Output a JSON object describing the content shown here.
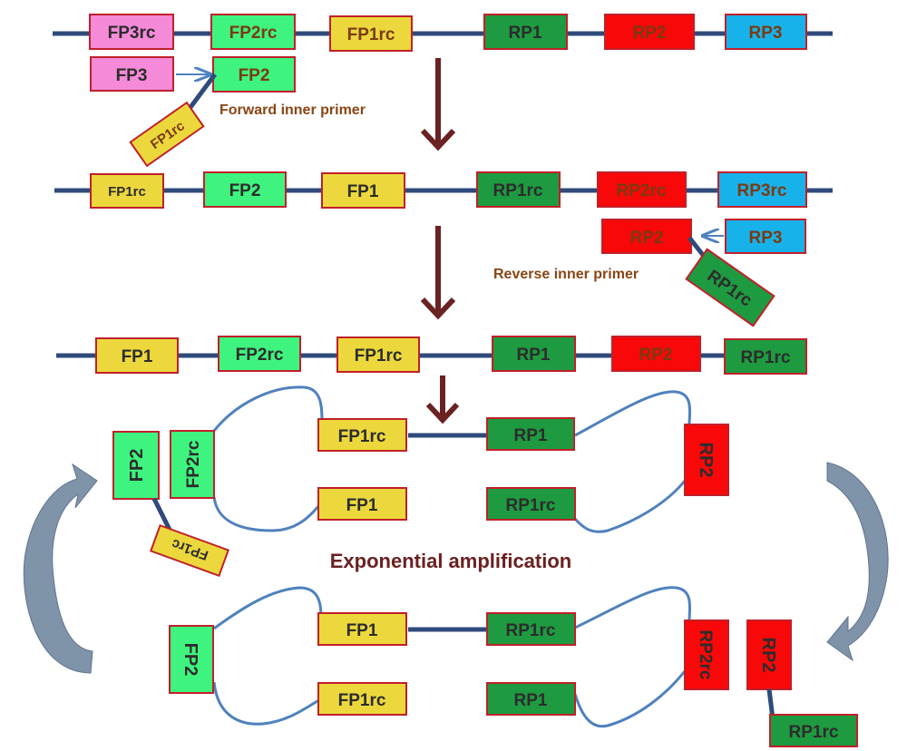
{
  "colors": {
    "backbone": "#2e4a7a",
    "loop": "#4f81bd",
    "arrow_down": "#6b2222",
    "cycle_arrow": "#7f93a9",
    "pink": "#f48ad8",
    "mint": "#3ff37f",
    "yellow": "#ecd83c",
    "green": "#1e9a40",
    "red": "#f80808",
    "blue": "#18b2ea",
    "border": "#c0202a",
    "text_dark": "#2c2c2c",
    "text_brown": "#7a3a12",
    "caption_brown": "#8a4514",
    "caption_maroon": "#6b2020"
  },
  "row1": {
    "fp3rc": "FP3rc",
    "fp2rc": "FP2rc",
    "fp1rc": "FP1rc",
    "rp1": "RP1",
    "rp2": "RP2",
    "rp3": "RP3"
  },
  "fip": {
    "fp3": "FP3",
    "fp2": "FP2",
    "fp1rc": "FP1rc",
    "caption": "Forward inner primer"
  },
  "row2": {
    "fp1rc": "FP1rc",
    "fp2": "FP2",
    "fp1": "FP1",
    "rp1rc": "RP1rc",
    "rp2rc": "RP2rc",
    "rp3rc": "RP3rc"
  },
  "rip": {
    "rp2": "RP2",
    "rp3": "RP3",
    "rp1rc": "RP1rc",
    "caption": "Reverse inner primer"
  },
  "row3": {
    "fp1": "FP1",
    "fp2rc": "FP2rc",
    "fp1rc": "FP1rc",
    "rp1": "RP1",
    "rp2": "RP2",
    "rp1rc": "RP1rc"
  },
  "dumbbell1": {
    "fp2": "FP2",
    "fp2rc": "FP2rc",
    "fp1rc_tail": "FP1rc",
    "fp1rc": "FP1rc",
    "rp1": "RP1",
    "rp2": "RP2",
    "fp1": "FP1",
    "rp1rc": "RP1rc"
  },
  "amplification_caption": "Exponential amplification",
  "dumbbell2": {
    "fp2": "FP2",
    "fp1": "FP1",
    "rp1rc": "RP1rc",
    "rp2rc": "RP2rc",
    "rp2": "RP2",
    "fp1rc": "FP1rc",
    "rp1": "RP1",
    "rp1rc_tail": "RP1rc"
  }
}
